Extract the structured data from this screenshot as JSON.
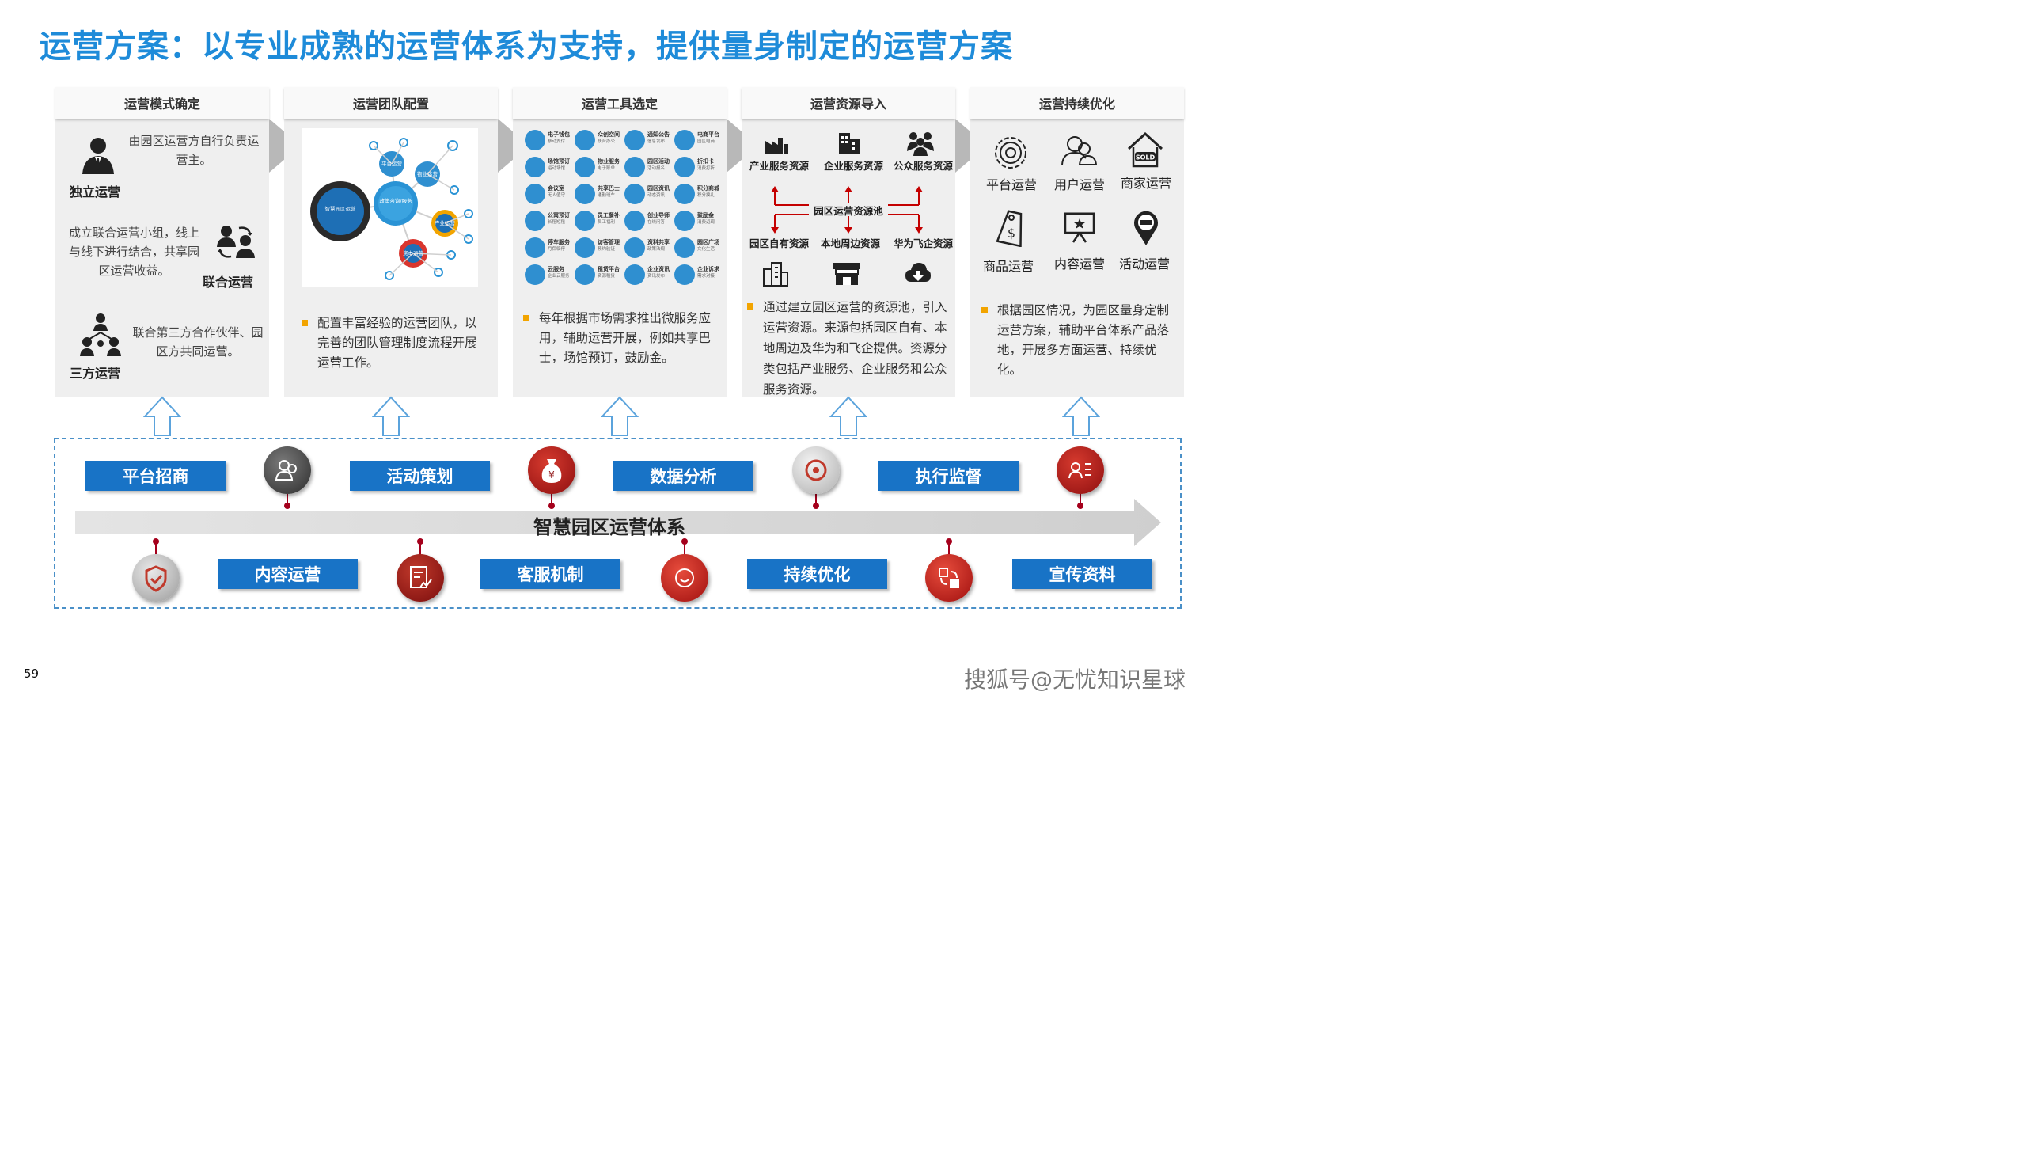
{
  "title": "运营方案：以专业成熟的运营体系为支持，提供量身制定的运营方案",
  "panels": [
    {
      "header": "运营模式确定",
      "items": [
        {
          "label": "独立运营",
          "text": "由园区运营方自行负责运营主。"
        },
        {
          "label": "联合运营",
          "text": "成立联合运营小组，线上与线下进行结合，共享园区运营收益。"
        },
        {
          "label": "三方运营",
          "text": "联合第三方合作伙伴、园区方共同运营。"
        }
      ]
    },
    {
      "header": "运营团队配置",
      "bullet": "配置丰富经验的运营团队，以完善的团队管理制度流程开展运营工作。",
      "diagram_nodes": [
        "智慧园区运营",
        "政策咨询/服务",
        "平台运营",
        "物业运营",
        "产业运营",
        "资本运营"
      ]
    },
    {
      "header": "运营工具选定",
      "bullet": "每年根据市场需求推出微服务应用，辅助运营开展，例如共享巴士，场馆预订，鼓励金。",
      "tools": [
        {
          "name": "电子钱包",
          "sub": "移动支付"
        },
        {
          "name": "众创空间",
          "sub": "联合办公"
        },
        {
          "name": "通知公告",
          "sub": "信息发布"
        },
        {
          "name": "电商平台",
          "sub": "园区电商"
        },
        {
          "name": "场馆预订",
          "sub": "运动场馆"
        },
        {
          "name": "物业服务",
          "sub": "电子账单"
        },
        {
          "name": "园区活动",
          "sub": "活动报名"
        },
        {
          "name": "折扣卡",
          "sub": "消费打折"
        },
        {
          "name": "会议室",
          "sub": "无人值守"
        },
        {
          "name": "共享巴士",
          "sub": "通勤班车"
        },
        {
          "name": "园区资讯",
          "sub": "动态资讯"
        },
        {
          "name": "积分商城",
          "sub": "积分换礼"
        },
        {
          "name": "公寓预订",
          "sub": "长租短租"
        },
        {
          "name": "员工餐补",
          "sub": "员工福利"
        },
        {
          "name": "创业导师",
          "sub": "在线问答"
        },
        {
          "name": "鼓励金",
          "sub": "消费返现"
        },
        {
          "name": "停车服务",
          "sub": "月保临停"
        },
        {
          "name": "访客管理",
          "sub": "预约验证"
        },
        {
          "name": "资料共享",
          "sub": "政策法规"
        },
        {
          "name": "园区广场",
          "sub": "文化生活"
        },
        {
          "name": "云服务",
          "sub": "企业云服务"
        },
        {
          "name": "租赁平台",
          "sub": "资源租赁"
        },
        {
          "name": "企业资讯",
          "sub": "资讯发布"
        },
        {
          "name": "企业诉求",
          "sub": "需求对接"
        }
      ]
    },
    {
      "header": "运营资源导入",
      "top": [
        "产业服务资源",
        "企业服务资源",
        "公众服务资源"
      ],
      "pool": "园区运营资源池",
      "bottom": [
        "园区自有资源",
        "本地周边资源",
        "华为飞企资源"
      ],
      "bullet": "通过建立园区运营的资源池，引入运营资源。来源包括园区自有、本地周边及华为和飞企提供。资源分类包括产业服务、企业服务和公众服务资源。"
    },
    {
      "header": "运营持续优化",
      "items": [
        "平台运营",
        "用户运营",
        "商家运营",
        "商品运营",
        "内容运营",
        "活动运营"
      ],
      "sold": "SOLD",
      "bullet": "根据园区情况，为园区量身定制运营方案，辅助平台体系产品落地，开展多方面运营、持续优化。"
    }
  ],
  "system": {
    "label": "智慧园区运营体系",
    "top": [
      "平台招商",
      "活动策划",
      "数据分析",
      "执行监督"
    ],
    "bottom": [
      "内容运营",
      "客服机制",
      "持续优化",
      "宣传资料"
    ],
    "currency_glyph": "¥"
  },
  "page_number": "59",
  "watermark": "搜狐号@无忧知识星球",
  "colors": {
    "title": "#1E8BD9",
    "pill": "#1873C6",
    "accent_red": "#A5001C",
    "bullet": "#F2A400",
    "icon_blue": "#2F8FD0"
  }
}
